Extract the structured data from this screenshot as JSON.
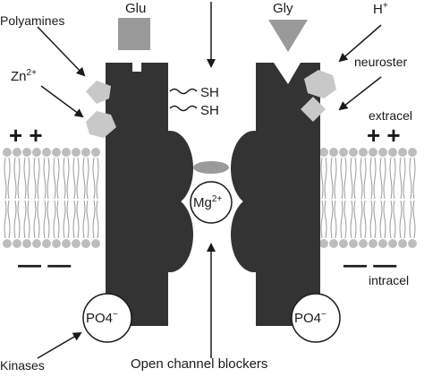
{
  "labels": {
    "glu": "Glu",
    "gly": "Gly",
    "h_plus": "H",
    "h_plus_sup": "+",
    "polyamines": "Polyamines",
    "zn": "Zn",
    "zn_sup": "2+",
    "neurosteroids": "neuroster",
    "sh_1": "SH",
    "sh_2": "SH",
    "extracellular": "extracel",
    "intracellular": "intracel",
    "mg": "Mg",
    "mg_sup": "2+",
    "po4_left": "PO4",
    "po4_left_sup": "−",
    "po4_right": "PO4",
    "po4_right_sup": "−",
    "kinases": "Kinases",
    "open_channel_blockers": "Open channel blockers",
    "plus_left": "+ +",
    "plus_right": "+ +",
    "minus_left": "— —",
    "minus_right": "— —"
  },
  "colors": {
    "receptor": "#333333",
    "ligand": "#9a9a9a",
    "membrane_head": "#bdbdbd",
    "binding_site": "#c8c8c8",
    "text": "#1a1a1a"
  }
}
